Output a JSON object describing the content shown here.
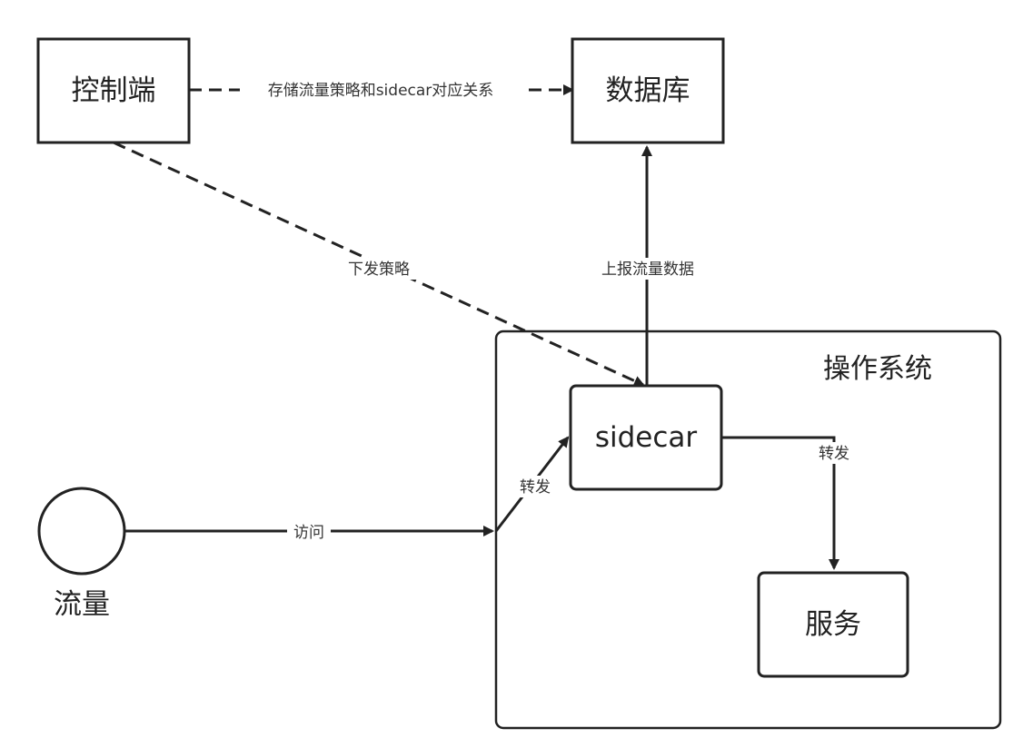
{
  "nodes": {
    "controller": "控制端",
    "database": "数据库",
    "sidecar": "sidecar",
    "os": "操作系统",
    "service": "服务",
    "traffic": "流量"
  },
  "edges": {
    "store_policy": "存储流量策略和sidecar对应关系",
    "issue_policy": "下发策略",
    "report_data": "上报流量数据",
    "access": "访问",
    "forward_in": "转发",
    "forward_out": "转发"
  },
  "colors": {
    "stroke": "#222222",
    "text": "#222222",
    "background": "#ffffff"
  }
}
